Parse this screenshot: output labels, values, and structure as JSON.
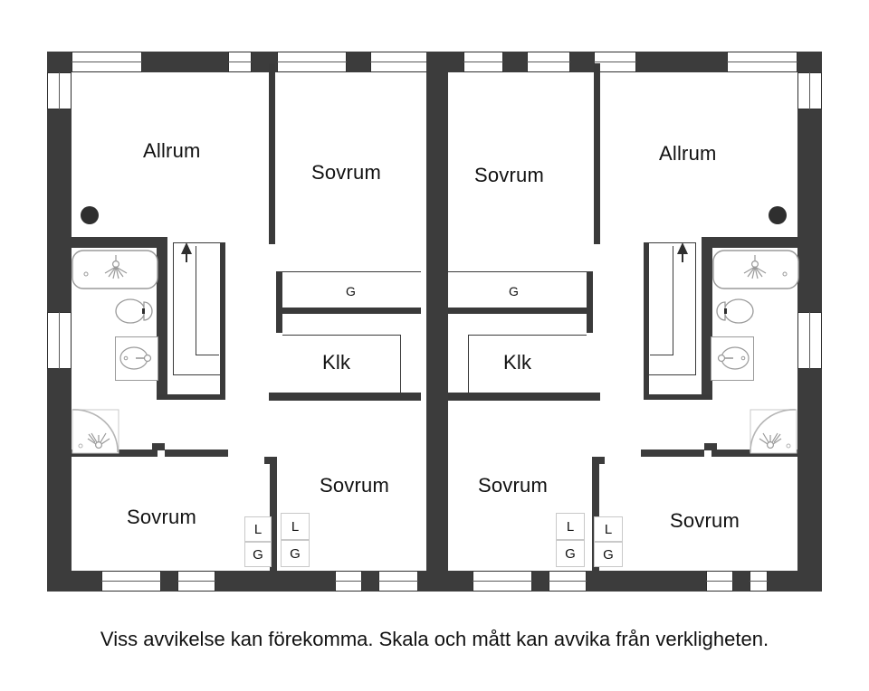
{
  "plan": {
    "caption": "Viss avvikelse kan förekomma. Skala och mått kan avvika från verkligheten.",
    "wall_color": "#3c3c3c",
    "background": "#ffffff",
    "fixture_stroke": "#9a9a9a"
  },
  "rooms": {
    "allrum_left": "Allrum",
    "allrum_right": "Allrum",
    "sovrum_top_left": "Sovrum",
    "sovrum_top_right": "Sovrum",
    "sovrum_bottom_far_left": "Sovrum",
    "sovrum_bottom_mid_left": "Sovrum",
    "sovrum_bottom_mid_right": "Sovrum",
    "sovrum_bottom_far_right": "Sovrum",
    "klk_left": "Klk",
    "klk_right": "Klk"
  },
  "closets": {
    "g_top_left": "G",
    "g_top_right": "G",
    "l_left_outer": "L",
    "g_left_outer": "G",
    "l_left_inner": "L",
    "g_left_inner": "G",
    "l_right_inner": "L",
    "g_right_inner": "G",
    "l_right_outer": "L",
    "g_right_outer": "G"
  }
}
